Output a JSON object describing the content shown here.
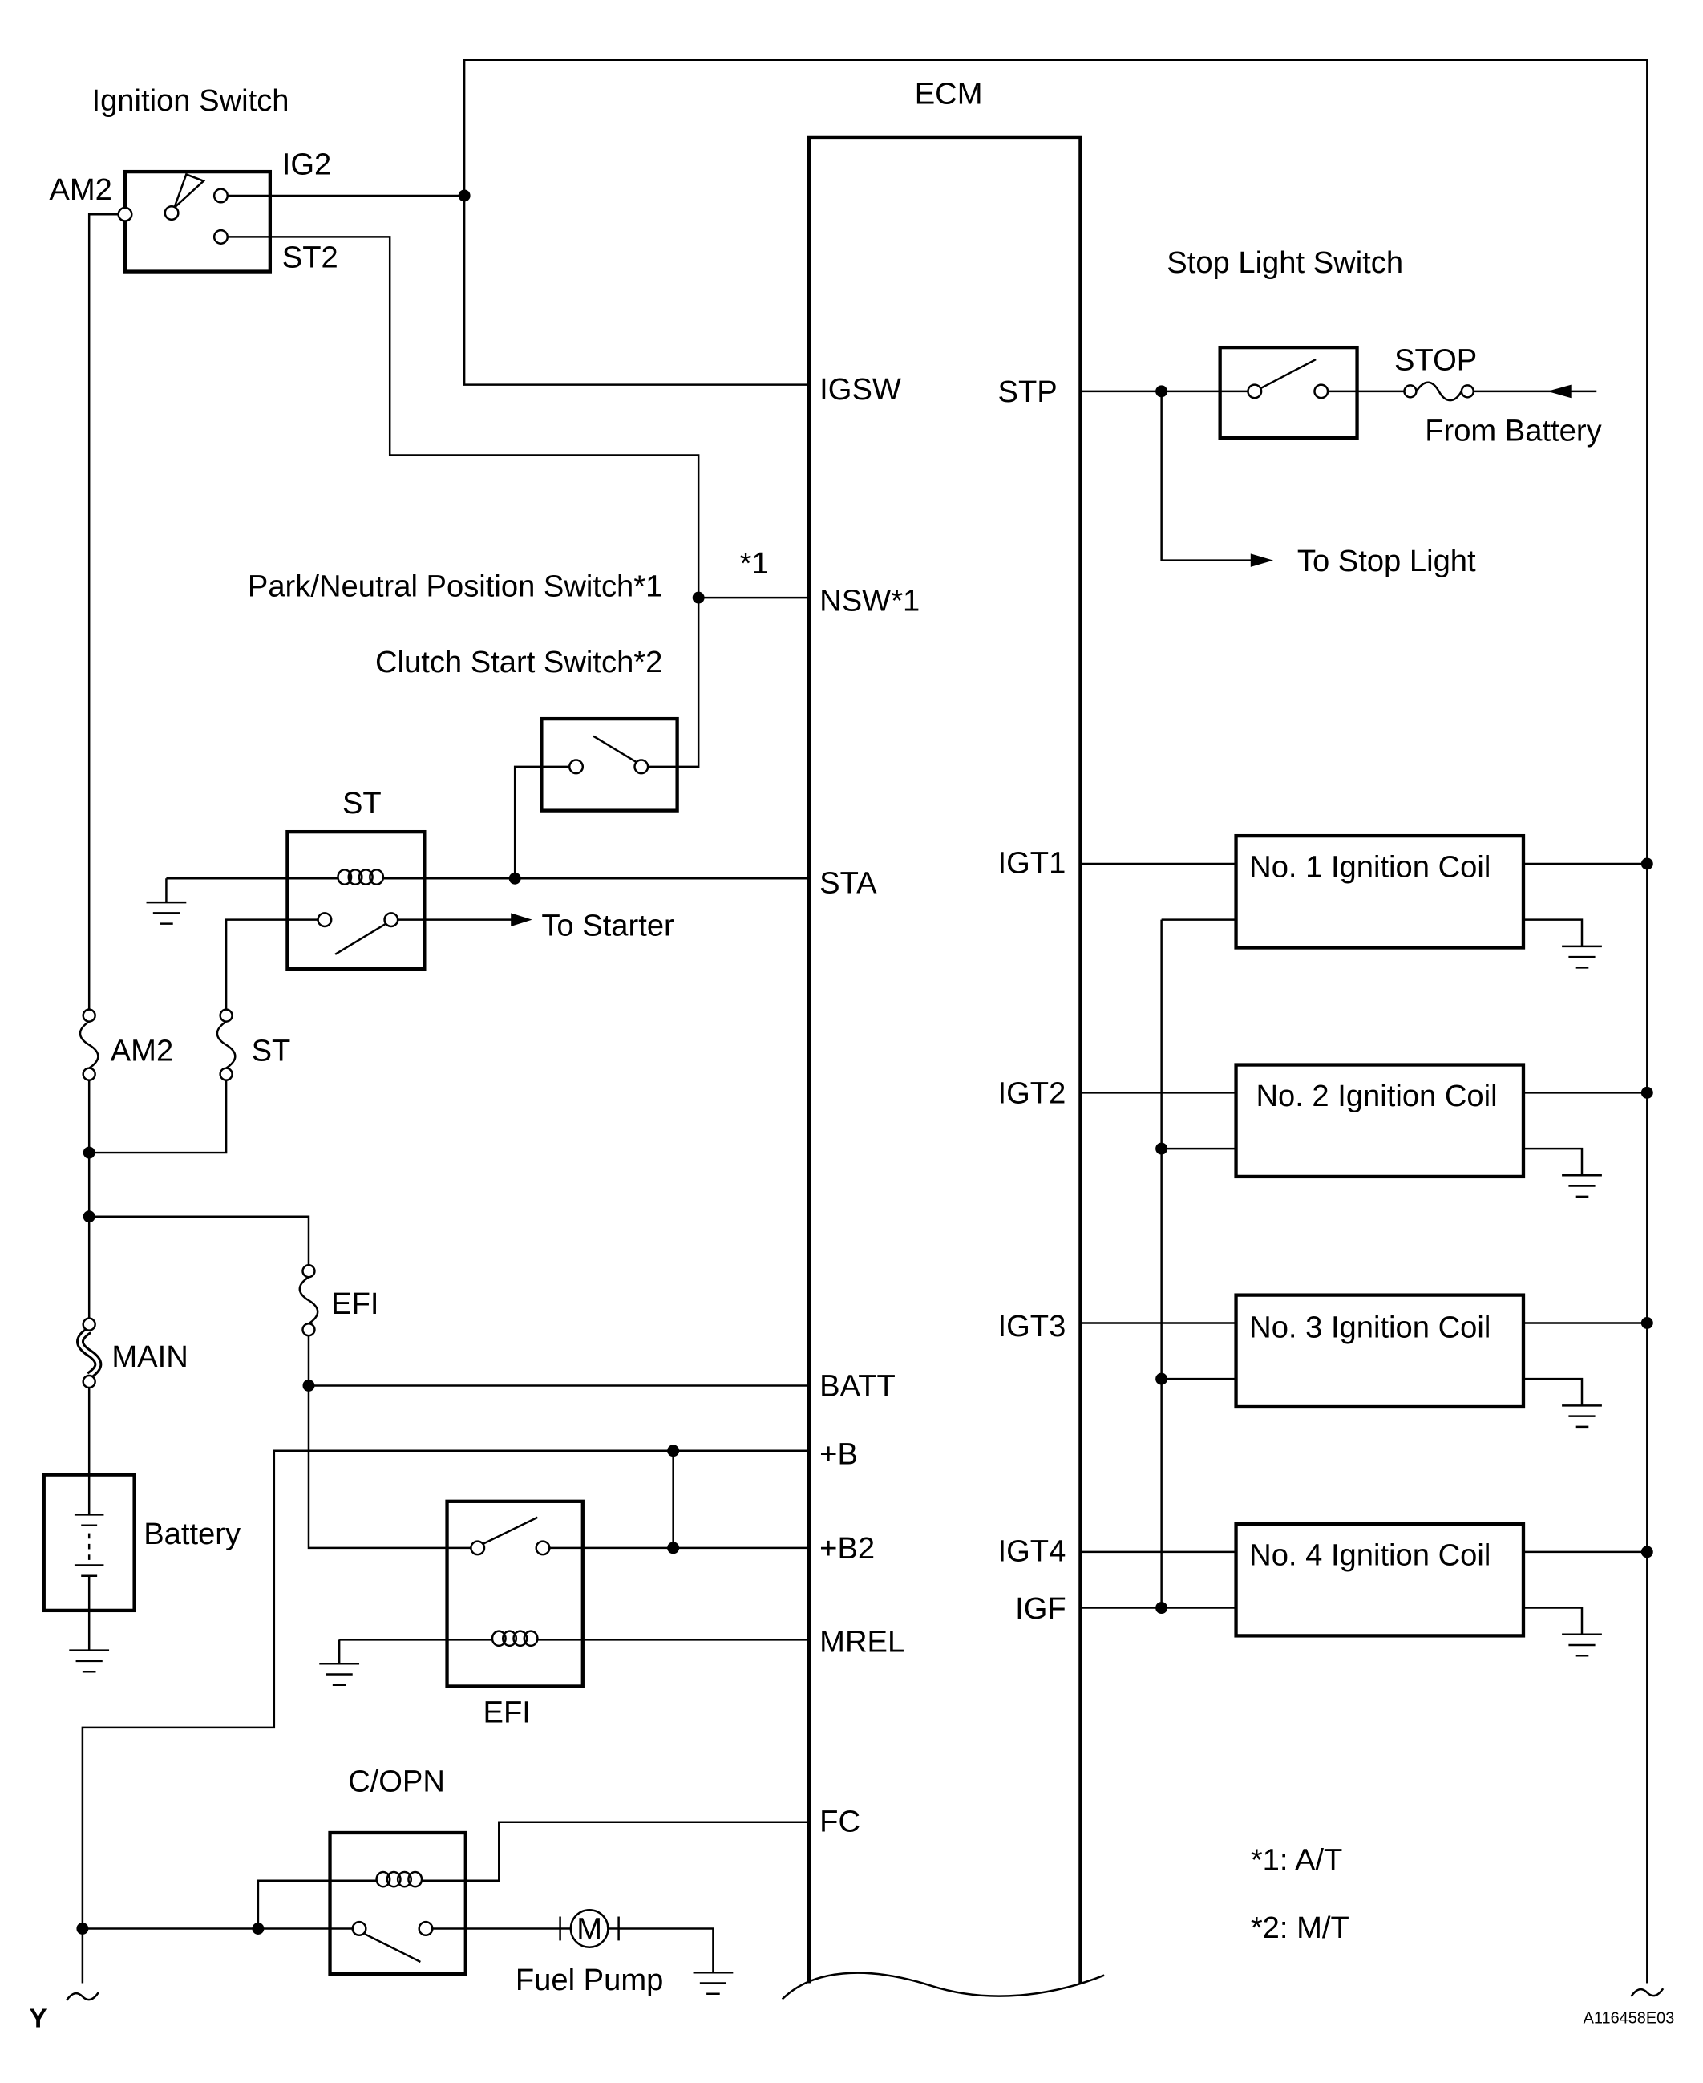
{
  "ignition_switch": {
    "title": "Ignition Switch",
    "am2": "AM2",
    "ig2": "IG2",
    "st2": "ST2"
  },
  "ecm": {
    "title": "ECM",
    "igsw": "IGSW",
    "nsw": "NSW*1",
    "sta": "STA",
    "batt": "BATT",
    "b": "+B",
    "b2": "+B2",
    "mrel": "MREL",
    "fc": "FC",
    "stp": "STP",
    "igt1": "IGT1",
    "igt2": "IGT2",
    "igt3": "IGT3",
    "igt4": "IGT4",
    "igf": "IGF"
  },
  "stop_light_switch": {
    "title": "Stop Light Switch",
    "fuse": "STOP",
    "from": "From Battery",
    "to": "To Stop Light"
  },
  "park_neutral_switch": {
    "title": "Park/Neutral Position Switch*1",
    "marker": "*1"
  },
  "clutch_start_switch": {
    "title": "Clutch Start Switch*2"
  },
  "st_relay": {
    "title": "ST",
    "to": "To Starter"
  },
  "fuses": {
    "am2": "AM2",
    "st": "ST",
    "efi": "EFI",
    "main": "MAIN"
  },
  "battery": {
    "label": "Battery"
  },
  "efi_relay": {
    "title": "EFI"
  },
  "copn_relay": {
    "title": "C/OPN"
  },
  "fuel_pump": {
    "label": "Fuel Pump",
    "symbol": "M"
  },
  "ignition_coils": [
    {
      "label": "No. 1 Ignition Coil"
    },
    {
      "label": "No. 2 Ignition Coil"
    },
    {
      "label": "No. 3 Ignition Coil"
    },
    {
      "label": "No. 4 Ignition Coil"
    }
  ],
  "notes": [
    "*1: A/T",
    "*2: M/T"
  ],
  "connector": "Y",
  "figure_id": "A116458E03",
  "colors": {
    "line": "#000000",
    "background": "#ffffff"
  }
}
